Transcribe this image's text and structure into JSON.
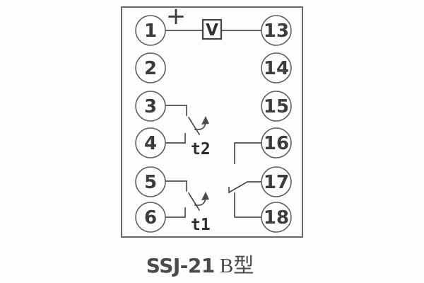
{
  "diagram": {
    "polarity_label": "+",
    "meter_label": "V",
    "terminals": {
      "left": [
        "1",
        "2",
        "3",
        "4",
        "5",
        "6"
      ],
      "right": [
        "13",
        "14",
        "15",
        "16",
        "17",
        "18"
      ]
    },
    "contacts": {
      "t2_label": "t2",
      "t1_label": "t1"
    }
  },
  "caption": {
    "model": "SSJ-21",
    "variant": "B型"
  },
  "colors": {
    "line": "#4b4b4b",
    "circle_stroke": "#5d5d5d",
    "background": "#fdfdfd"
  }
}
